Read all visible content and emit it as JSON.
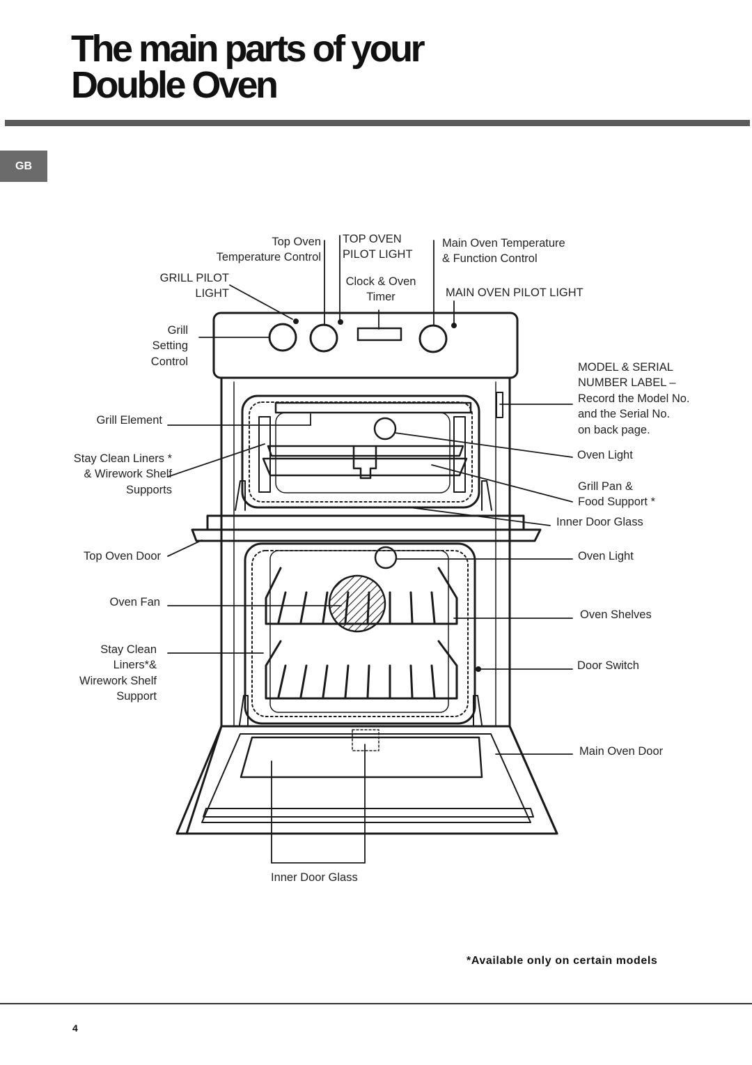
{
  "page": {
    "title_line1": "The main parts of your",
    "title_line2": "Double Oven",
    "language_tab": "GB",
    "footnote": "*Available only on certain models",
    "page_number": "4"
  },
  "labels": {
    "top_oven_temp_1": "Top Oven",
    "top_oven_temp_2": "Temperature Control",
    "top_oven_pilot_1": "TOP OVEN",
    "top_oven_pilot_2": "PILOT LIGHT",
    "main_oven_temp_1": "Main Oven Temperature",
    "main_oven_temp_2": "& Function Control",
    "grill_pilot_1": "GRILL PILOT",
    "grill_pilot_2": "LIGHT",
    "clock_1": "Clock & Oven",
    "clock_2": "Timer",
    "main_oven_pilot": "MAIN OVEN PILOT LIGHT",
    "grill_setting_1": "Grill",
    "grill_setting_2": "Setting",
    "grill_setting_3": "Control",
    "model_1": "MODEL & SERIAL",
    "model_2": "NUMBER LABEL –",
    "model_3": "Record the Model No.",
    "model_4": "and the Serial No.",
    "model_5": "on back page.",
    "grill_element": "Grill Element",
    "stay_clean_top_1": "Stay Clean Liners *",
    "stay_clean_top_2": "& Wirework Shelf",
    "stay_clean_top_3": "Supports",
    "oven_light_top": "Oven Light",
    "grill_pan_1": "Grill Pan &",
    "grill_pan_2": "Food Support *",
    "inner_door_glass_top": "Inner Door Glass",
    "top_oven_door": "Top Oven Door",
    "oven_light_main": "Oven Light",
    "oven_fan": "Oven Fan",
    "oven_shelves": "Oven Shelves",
    "stay_clean_main_1": "Stay Clean",
    "stay_clean_main_2": "Liners*&",
    "stay_clean_main_3": "Wirework Shelf",
    "stay_clean_main_4": "Support",
    "door_switch": "Door Switch",
    "main_oven_door": "Main Oven Door",
    "inner_door_glass_bottom": "Inner Door Glass"
  },
  "colors": {
    "ink": "#1a1a1a",
    "rule": "#5a5a5a",
    "tab": "#6b6b6b"
  }
}
